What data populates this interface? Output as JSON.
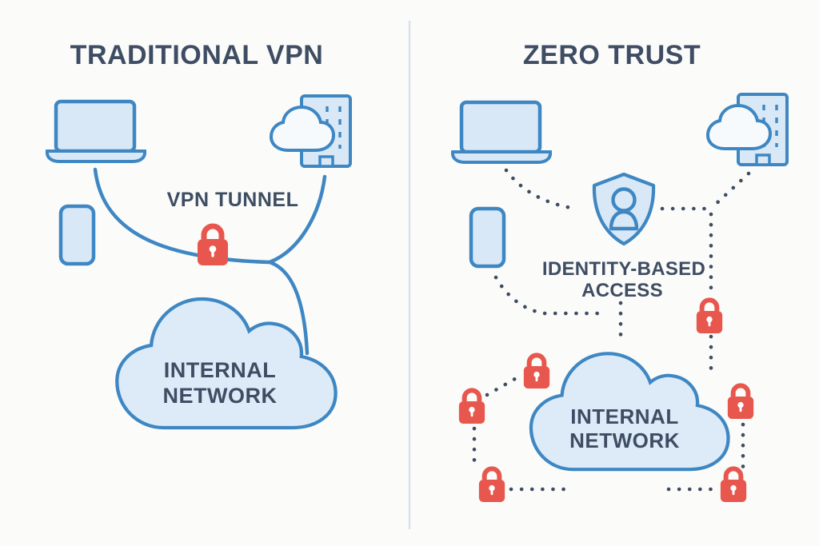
{
  "colors": {
    "background": "#fbfbf9",
    "outline_blue": "#3e87c3",
    "icon_fill_blue": "#d9e8f6",
    "network_cloud_fill": "#dcebf7",
    "text_dark": "#3e4d63",
    "padlock_red": "#e7574e",
    "divider_gray": "#d7e3ec"
  },
  "left_panel": {
    "title": "TRADITIONAL VPN",
    "tunnel_label": "VPN TUNNEL",
    "network_label": {
      "line1": "INTERNAL",
      "line2": "NETWORK"
    },
    "padlock_count": 1,
    "icons": [
      "laptop-icon",
      "smartphone-icon",
      "office-building-cloud-icon",
      "padlock-icon",
      "internal-network-cloud"
    ]
  },
  "right_panel": {
    "title": "ZERO TRUST",
    "access_label": {
      "line1": "IDENTITY-BASED",
      "line2": "ACCESS"
    },
    "network_label": {
      "line1": "INTERNAL",
      "line2": "NETWORK"
    },
    "padlock_count": 6,
    "icons": [
      "laptop-icon",
      "smartphone-icon",
      "office-building-cloud-icon",
      "identity-shield-icon",
      "padlock-icon",
      "internal-network-cloud"
    ]
  }
}
